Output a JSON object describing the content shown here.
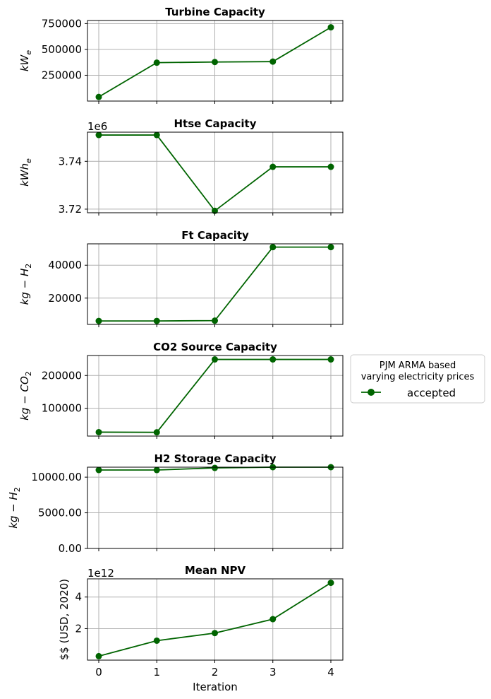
{
  "chart_data": [
    {
      "type": "line",
      "title": "Turbine Capacity",
      "ylabel": "kW_e",
      "x": [
        0,
        1,
        2,
        3,
        4
      ],
      "series": [
        {
          "name": "accepted",
          "values": [
            40000,
            372000,
            378000,
            382000,
            714000
          ]
        }
      ],
      "ylim": [
        0,
        780000
      ],
      "yticks": [
        250000,
        500000,
        750000
      ],
      "ytick_labels": [
        "250000",
        "500000",
        "750000"
      ],
      "offset_text": "",
      "grid": true
    },
    {
      "type": "line",
      "title": "Htse Capacity",
      "ylabel": "kWh_e",
      "x": [
        0,
        1,
        2,
        3,
        4
      ],
      "series": [
        {
          "name": "accepted",
          "values": [
            3751000,
            3751000,
            3719300,
            3737700,
            3737700
          ]
        }
      ],
      "ylim": [
        3718500,
        3752200
      ],
      "yticks": [
        3720000,
        3740000
      ],
      "ytick_labels": [
        "3.72",
        "3.74"
      ],
      "offset_text": "1e6",
      "grid": true
    },
    {
      "type": "line",
      "title": "Ft Capacity",
      "ylabel": "kg-H_2",
      "x": [
        0,
        1,
        2,
        3,
        4
      ],
      "series": [
        {
          "name": "accepted",
          "values": [
            6100,
            6100,
            6300,
            51000,
            51000
          ]
        }
      ],
      "ylim": [
        4000,
        53000
      ],
      "yticks": [
        20000,
        40000
      ],
      "ytick_labels": [
        "20000",
        "40000"
      ],
      "offset_text": "",
      "grid": true
    },
    {
      "type": "line",
      "title": "CO2 Source Capacity",
      "ylabel": "kg-CO_2",
      "x": [
        0,
        1,
        2,
        3,
        4
      ],
      "series": [
        {
          "name": "accepted",
          "values": [
            27000,
            26500,
            249000,
            249000,
            249000
          ]
        }
      ],
      "ylim": [
        15000,
        261000
      ],
      "yticks": [
        100000,
        200000
      ],
      "ytick_labels": [
        "100000",
        "200000"
      ],
      "offset_text": "",
      "grid": true
    },
    {
      "type": "line",
      "title": "H2 Storage Capacity",
      "ylabel": "kg-H_2",
      "x": [
        0,
        1,
        2,
        3,
        4
      ],
      "series": [
        {
          "name": "accepted",
          "values": [
            11000,
            11000,
            11300,
            11400,
            11400
          ]
        }
      ],
      "ylim": [
        0,
        11400
      ],
      "yticks": [
        0,
        5000,
        10000
      ],
      "ytick_labels": [
        "0.00",
        "5000.00",
        "10000.00"
      ],
      "offset_text": "",
      "grid": true
    },
    {
      "type": "line",
      "title": "Mean NPV",
      "ylabel": "$$ (USD, 2020)",
      "xlabel": "Iteration",
      "x": [
        0,
        1,
        2,
        3,
        4
      ],
      "series": [
        {
          "name": "accepted",
          "values": [
            260000000000.0,
            1240000000000.0,
            1720000000000.0,
            2600000000000.0,
            4900000000000.0
          ]
        }
      ],
      "ylim": [
        10000000000.0,
        5150000000000.0
      ],
      "yticks": [
        2000000000000.0,
        4000000000000.0
      ],
      "ytick_labels": [
        "2",
        "4"
      ],
      "offset_text": "1e12",
      "xtick_labels": [
        "0",
        "1",
        "2",
        "3",
        "4"
      ],
      "grid": true
    }
  ],
  "legend": {
    "title_line1": "PJM ARMA based",
    "title_line2": "varying electricity prices",
    "entry": "accepted",
    "placement": "right"
  },
  "colors": {
    "series": "#006400",
    "grid": "#b0b0b0",
    "axis": "#000000"
  }
}
